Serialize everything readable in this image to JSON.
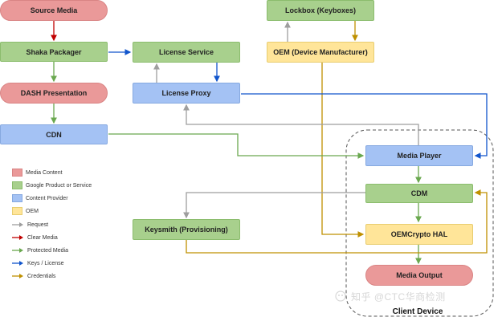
{
  "nodes": {
    "source_media": "Source Media",
    "shaka_packager": "Shaka Packager",
    "dash_presentation": "DASH Presentation",
    "cdn": "CDN",
    "license_service": "License Service",
    "license_proxy": "License Proxy",
    "lockbox": "Lockbox (Keyboxes)",
    "oem_device_manufacturer": "OEM (Device Manufacturer)",
    "media_player": "Media Player",
    "cdm": "CDM",
    "oemcrypto_hal": "OEMCrypto HAL",
    "media_output": "Media Output",
    "keysmith": "Keysmith (Provisioning)"
  },
  "client_device_label": "Client Device",
  "legend": {
    "boxes": [
      {
        "label": "Media Content",
        "color": "#ea9999"
      },
      {
        "label": "Google Product or Service",
        "color": "#a8d08d"
      },
      {
        "label": "Content Provider",
        "color": "#a4c2f4"
      },
      {
        "label": "OEM",
        "color": "#ffe599"
      }
    ],
    "arrows": [
      {
        "label": "Request",
        "color": "#9e9e9e"
      },
      {
        "label": "Clear Media",
        "color": "#c00000"
      },
      {
        "label": "Protected Media",
        "color": "#6aa84f"
      },
      {
        "label": "Keys / License",
        "color": "#1155cc"
      },
      {
        "label": "Credentials",
        "color": "#bf9000"
      }
    ]
  },
  "watermark": "知乎 @CTC华商检测"
}
